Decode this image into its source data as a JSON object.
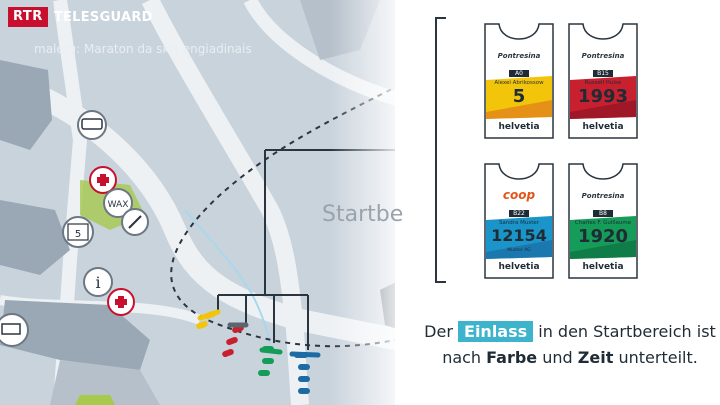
{
  "broadcaster": {
    "logo": "RTR",
    "channel": "TELESGUARD",
    "subtitle": "maletg: Maraton da skis engiadinais"
  },
  "map": {
    "area_label": "Startbe",
    "wax_label": "WAX",
    "number_sign": "5",
    "info_glyph": "i",
    "icons": [
      "bus-icon",
      "first-aid-icon",
      "wax-icon",
      "wrench-icon",
      "number-5-icon",
      "info-icon",
      "first-aid-icon",
      "truck-icon",
      "dashed-route",
      "start-blocks"
    ]
  },
  "bibs": [
    {
      "block": "A0",
      "name": "Alexei Abrikossow",
      "number": "5",
      "color": "#f2c50a",
      "accent": "#e07a1c",
      "sponsor": "helvetia",
      "top_logo": "Pontresina"
    },
    {
      "block": "B15",
      "name": "Russell Hulse",
      "number": "1993",
      "color": "#c8202f",
      "accent": "#8e1424",
      "sponsor": "helvetia",
      "top_logo": "Pontresina"
    },
    {
      "block": "B22",
      "name": "Sandra Muster",
      "number": "12154",
      "color": "#1a95c9",
      "accent": "#1c6ca3",
      "sponsor": "helvetia",
      "top_logo": "coop",
      "sub": "Muster AG"
    },
    {
      "block": "B8",
      "name": "Charles F. Guillaume",
      "number": "1920",
      "color": "#159c59",
      "accent": "#0e6f42",
      "sponsor": "helvetia",
      "top_logo": "Pontresina"
    }
  ],
  "caption": {
    "line1_pre": "Der",
    "line1_chip": "Einlass",
    "line1_post": "in den Startbereich ist",
    "line2_pre": "nach",
    "line2_b1": "Farbe",
    "line2_mid": "und",
    "line2_b2": "Zeit",
    "line2_post": "unterteilt."
  },
  "colors": {
    "map_bg": "#c9d3dc",
    "roads": "#eef1f4",
    "buildings": "#9aa8b5",
    "green": "#a6c94e",
    "accent_teal": "#3db4cc",
    "red": "#c8102e"
  }
}
